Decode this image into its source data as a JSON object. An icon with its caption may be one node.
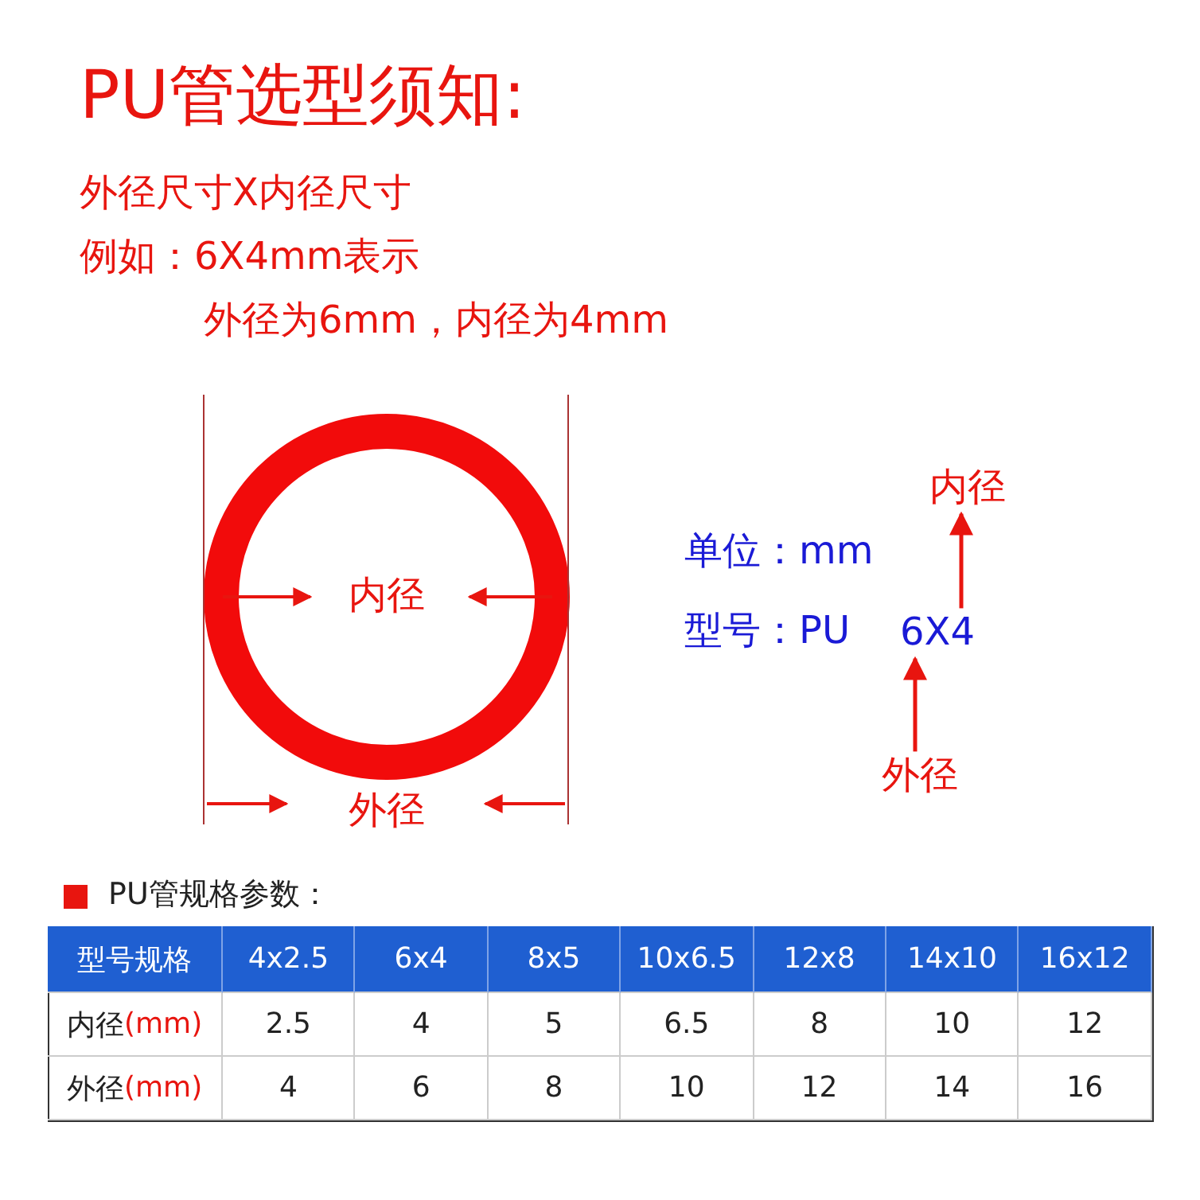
{
  "diagram": {
    "title": "PU管选型须知:",
    "nodes": [
      {
        "text": [
          "内径"
        ]
      },
      {
        "text": [
          "6X4"
        ]
      },
      {
        "text": [
          "外径"
        ]
      }
    ],
    "edges": [
      {
        "from": 1,
        "to": 0,
        "arrow": "to"
      },
      {
        "from": 2,
        "to": 1,
        "arrow": "to"
      }
    ],
    "labels": [
      "外径尺寸X内径尺寸",
      "例如：6X4mm表示",
      "外径为6mm，内径为4mm",
      "内径",
      "外径",
      "单位：mm",
      "型号：PU",
      "PU管规格参数：",
      "型号规格",
      "4x2.5",
      "6x4",
      "8x5",
      "10x6.5",
      "12x8",
      "14x10",
      "16x12",
      "内径(mm)",
      "2.5",
      "4",
      "5",
      "6.5",
      "8",
      "10",
      "12",
      "外径(mm)",
      "4",
      "6",
      "8",
      "10",
      "12",
      "14",
      "16"
    ]
  }
}
